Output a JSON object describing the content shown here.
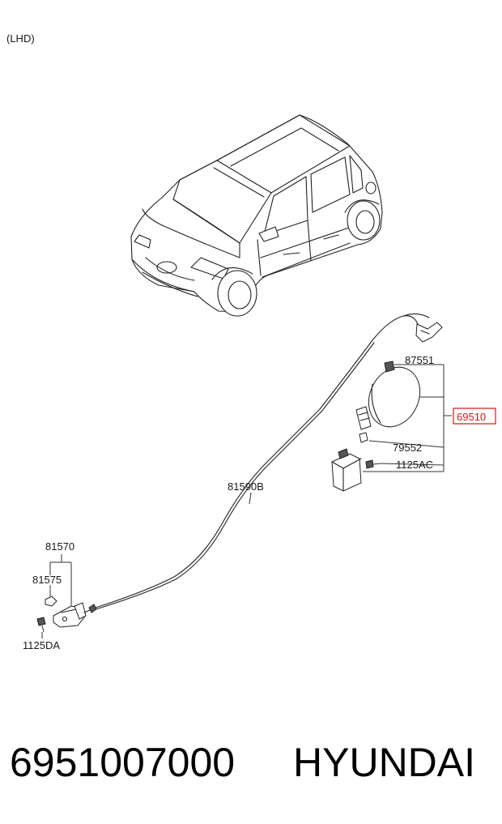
{
  "variant_label": "(LHD)",
  "callouts": {
    "p87551": "87551",
    "p69510": "69510",
    "p79552": "79552",
    "p1125AC": "1125AC",
    "p81590B": "81590B",
    "p81570": "81570",
    "p81575": "81575",
    "p1125DA": "1125DA"
  },
  "highlight_color": "#d01818",
  "footer": {
    "part_number": "6951007000",
    "brand": "HYUNDAI"
  },
  "icons": [
    "car-illustration-icon",
    "fuel-door-icon",
    "actuator-icon",
    "cable-icon",
    "latch-icon",
    "bolt-icon"
  ]
}
